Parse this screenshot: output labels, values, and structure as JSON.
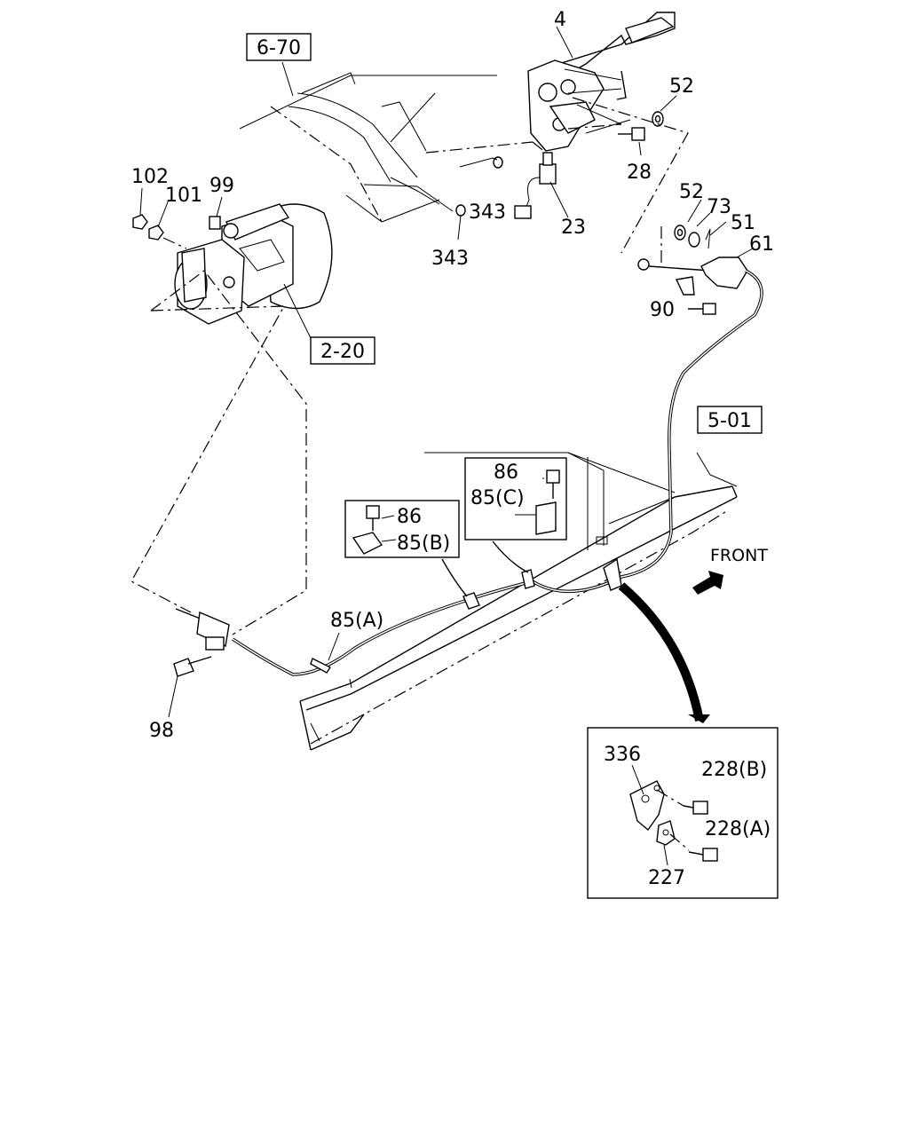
{
  "references": [
    {
      "id": "ref-6-70",
      "text": "6-70"
    },
    {
      "id": "ref-2-20",
      "text": "2-20"
    },
    {
      "id": "ref-5-01",
      "text": "5-01"
    }
  ],
  "callouts": {
    "p4": "4",
    "p52a": "52",
    "p28": "28",
    "p343a": "343",
    "p343b": "343",
    "p23": "23",
    "p52b": "52",
    "p73": "73",
    "p51": "51",
    "p61": "61",
    "p90": "90",
    "p102": "102",
    "p101": "101",
    "p99": "99",
    "p86a": "86",
    "p85c": "85(C)",
    "p86b": "86",
    "p85b": "85(B)",
    "p85a": "85(A)",
    "p98": "98",
    "p336": "336",
    "p228b": "228(B)",
    "p228a": "228(A)",
    "p227": "227"
  },
  "direction_label": "FRONT"
}
